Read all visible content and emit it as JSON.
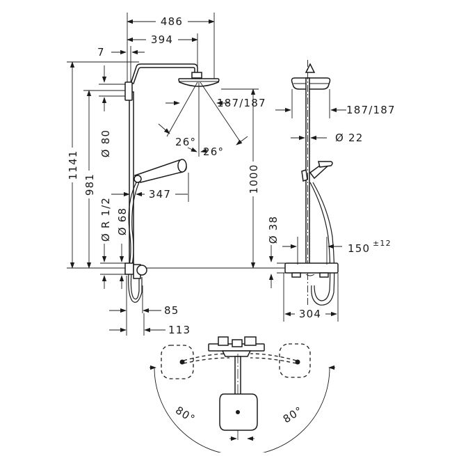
{
  "front_view": {
    "total_width": "486",
    "arm_reach": "394",
    "rail_offset": "7",
    "total_height": "1141",
    "head_height": "981",
    "overhead_angle": "187/187",
    "angle_left": "26°",
    "angle_right": "26°",
    "rail_diameter": "Ø 80",
    "hand_shower_reach": "347",
    "rail_height": "1000",
    "thread_size": "Ø R 1/2",
    "inlet_diameter": "Ø 68",
    "spout_offset": "85",
    "inlet_offset": "113"
  },
  "side_view": {
    "overhead_angle": "187/187",
    "rail_diameter": "Ø 22",
    "mixer_diameter": "Ø 38",
    "tolerance_value": "150",
    "tolerance_suffix": "±12",
    "mixer_width": "304"
  },
  "top_view": {
    "swivel_left": "80°",
    "swivel_right": "80°"
  }
}
